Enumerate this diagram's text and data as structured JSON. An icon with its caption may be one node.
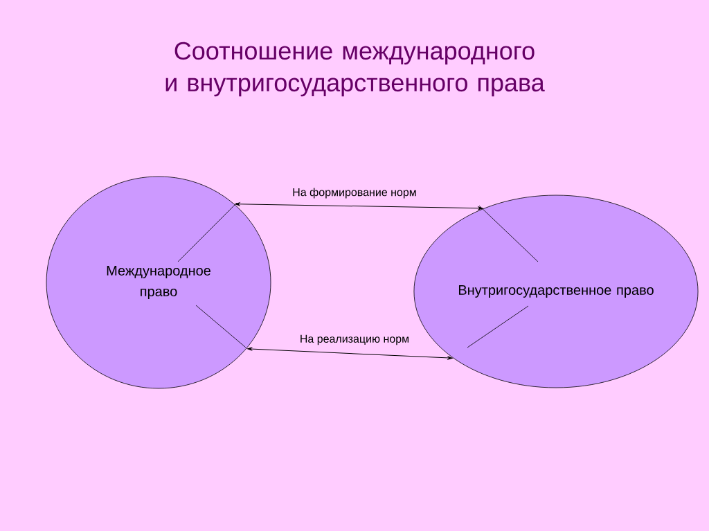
{
  "diagram": {
    "title": "Соотношение международного и внутригосударственного права",
    "nodes": [
      {
        "text": [
          "Международное право"
        ]
      },
      {
        "text": [
          "Внутригосударственное право"
        ]
      }
    ],
    "edges": [
      {
        "from": 0,
        "to": 1,
        "arrow": "both",
        "label": "На формирование норм"
      },
      {
        "from": 0,
        "to": 1,
        "arrow": "both",
        "label": "На реализацию норм"
      }
    ]
  }
}
